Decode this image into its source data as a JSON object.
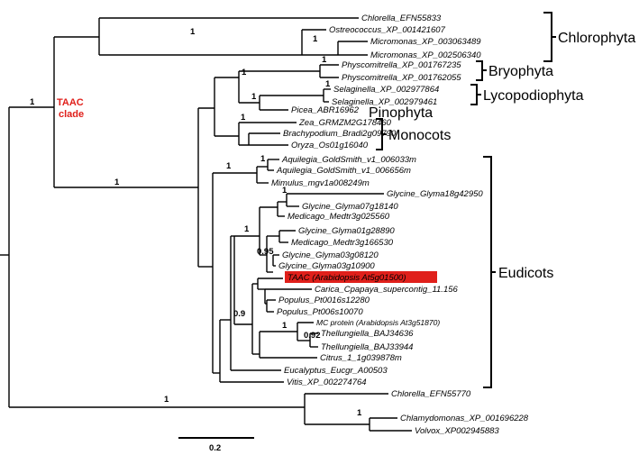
{
  "leaves": {
    "chlorella_efn55833": "Chlorella_EFN55833",
    "ostreococcus": "Ostreococcus_XP_001421607",
    "micromonas_1": "Micromonas_XP_003063489",
    "micromonas_2": "Micromonas_XP_002506340",
    "physco_1": "Physcomitrella_XP_001767235",
    "physco_2": "Physcomitrella_XP_001762055",
    "selag_1": "Selaginella_XP_002977864",
    "selag_2": "Selaginella_XP_002979461",
    "picea": "Picea_ABR16962",
    "zea": "Zea_GRMZM2G178460",
    "brachy": "Brachypodium_Bradi2g09790",
    "oryza": "Oryza_Os01g16040",
    "aquil_1": "Aquilegia_GoldSmith_v1_006033m",
    "aquil_2": "Aquilegia_GoldSmith_v1_006656m",
    "mimulus": "Mimulus_mgv1a008249m",
    "glycine_1": "Glycine_Glyma18g42950",
    "glycine_2": "Glycine_Glyma07g18140",
    "medicago_1": "Medicago_Medtr3g025560",
    "glycine_3": "Glycine_Glyma01g28890",
    "medicago_2": "Medicago_Medtr3g166530",
    "glycine_4": "Glycine_Glyma03g08120",
    "glycine_5": "Glycine_Glyma03g10900",
    "taac": "TAAC (Arabidopsis At5g01500)",
    "carica": "Carica_Cpapaya_supercontig_11.156",
    "populus_1": "Populus_Pt0016s12280",
    "populus_2": "Populus_Pt006s10070",
    "mc_protein": "MC protein (Arabidopsis At3g51870)",
    "thell_1": "Thellungiella_BAJ34636",
    "thell_2": "Thellungiella_BAJ33944",
    "citrus": "Citrus_1_1g039878m",
    "eucalyptus": "Eucalyptus_Eucgr_A00503",
    "vitis": "Vitis_XP_002274764",
    "chlorella_efn55770": "Chlorella_EFN55770",
    "chlamy": "Chlamydomonas_XP_001696228",
    "volvox": "Volvox_XP002945883"
  },
  "groups": {
    "chlorophyta": "Chlorophyta",
    "bryophyta": "Bryophyta",
    "lycopodiophyta": "Lycopodiophyta",
    "pinophyta": "Pinophyta",
    "monocots": "Monocots",
    "eudicots": "Eudicots"
  },
  "clade_label": {
    "line1": "TAAC",
    "line2": "clade",
    "color": "#e0201b"
  },
  "highlight_color": "#e0201b",
  "support_values": [
    "1",
    "1",
    "1",
    "1",
    "1",
    "1",
    "1",
    "1",
    "1",
    "1",
    "1",
    "1",
    "0.95",
    "0.9",
    "1",
    "0.92",
    "1",
    "1",
    "1"
  ],
  "scale_bar": "0.2"
}
